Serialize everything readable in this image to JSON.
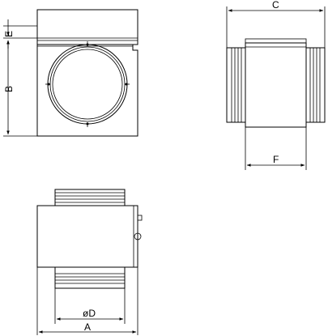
{
  "dimensions": {
    "A": "A",
    "B": "B",
    "C": "C",
    "D": "øD",
    "E": "E",
    "F": "F"
  }
}
